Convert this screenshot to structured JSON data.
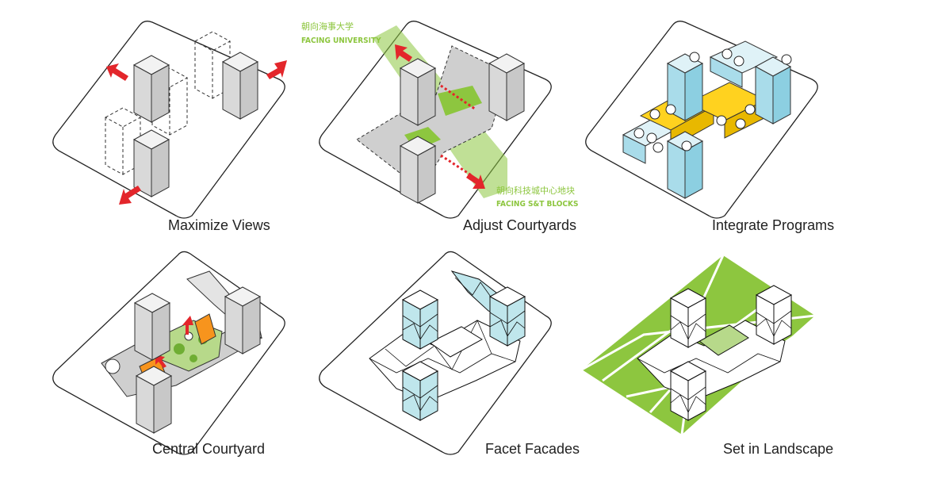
{
  "panels": [
    {
      "id": "maximize-views",
      "caption": "Maximize Views"
    },
    {
      "id": "adjust-courtyards",
      "caption": "Adjust Courtyards"
    },
    {
      "id": "integrate-programs",
      "caption": "Integrate Programs"
    },
    {
      "id": "central-courtyard",
      "caption": "Central Courtyard"
    },
    {
      "id": "facet-facades",
      "caption": "Facet Facades"
    },
    {
      "id": "set-in-landscape",
      "caption": "Set in Landscape"
    }
  ],
  "annotations": {
    "university_cn": "朝向海事大学",
    "university_en": "FACING UNIVERSITY",
    "blocks_cn": "朝向科技城中心地块",
    "blocks_en": "FACING S&T BLOCKS"
  },
  "colors": {
    "arrow": "#e3262b",
    "green_accent": "#8dc63f",
    "program_yellow": "#ffd21f",
    "program_blue": "#a9dcea",
    "facade_glass": "#bfe6ec"
  }
}
